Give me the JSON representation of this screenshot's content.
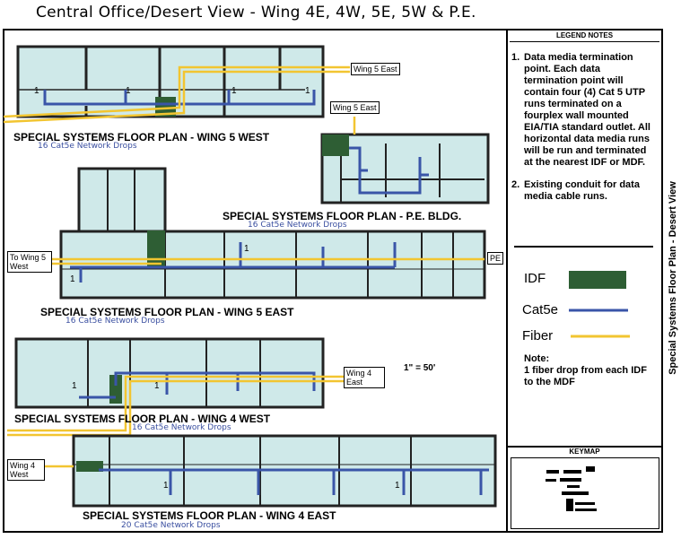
{
  "title": "Central Office/Desert View - Wing 4E, 4W, 5E, 5W & P.E.",
  "side_title": "Special Systems Floor Plan - Desert View",
  "legend": {
    "header": "LEGEND NOTES",
    "note1_num": "1.",
    "note1": "Data media termination point. Each data termination point will contain four (4) Cat 5 UTP runs terminated on a fourplex wall mounted EIA/TIA standard outlet. All horizontal data media runs will be run and terminated at the nearest IDF or MDF.",
    "note2_num": "2.",
    "note2": "Existing conduit for data media cable runs.",
    "keys": [
      {
        "label": "IDF",
        "color": "#2e5e34"
      },
      {
        "label": "Cat5e",
        "color": "#3a55a8"
      },
      {
        "label": "Fiber",
        "color": "#f2c531"
      }
    ],
    "note_title": "Note:",
    "note_text": "1 fiber drop from each IDF to the MDF",
    "keymap": "KEYMAP"
  },
  "plans": [
    {
      "title": "SPECIAL SYSTEMS FLOOR PLAN - WING 5 WEST",
      "drops": "16 Cat5e Network Drops"
    },
    {
      "title": "SPECIAL SYSTEMS FLOOR PLAN - P.E. BLDG.",
      "drops": "16 Cat5e Network Drops"
    },
    {
      "title": "SPECIAL SYSTEMS FLOOR PLAN - WING 5 EAST",
      "drops": "16 Cat5e Network Drops"
    },
    {
      "title": "SPECIAL SYSTEMS FLOOR PLAN - WING 4 WEST",
      "drops": "16 Cat5e Network Drops"
    },
    {
      "title": "SPECIAL SYSTEMS FLOOR PLAN - WING 4 EAST",
      "drops": "20 Cat5e Network Drops"
    }
  ],
  "callouts": {
    "wing5east_a": "Wing 5 East",
    "wing5east_b": "Wing 5 East",
    "to_wing5west": "To Wing 5 West",
    "pe": "PE",
    "wing4east": "Wing 4 East",
    "wing4west": "Wing 4 West"
  },
  "drop_marker": "1",
  "scale": "1\" = 50'"
}
